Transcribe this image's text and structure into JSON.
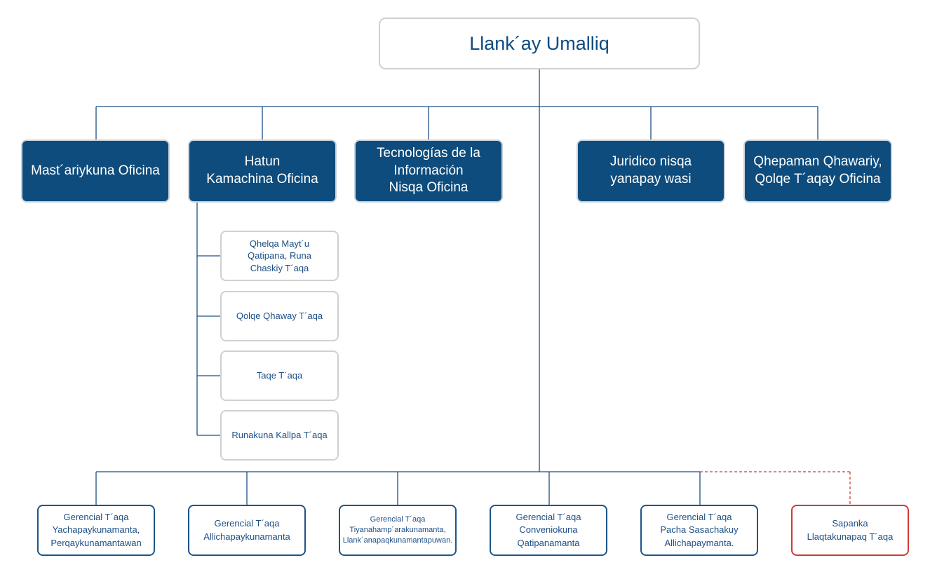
{
  "root": {
    "title": "Llank´ay Umalliq"
  },
  "departments": [
    {
      "label": "Mast´ariykuna Oficina"
    },
    {
      "label": "Hatun\nKamachina Oficina"
    },
    {
      "label": "Tecnologías de la\nInformación\nNisqa Oficina"
    },
    {
      "label": "Juridico nisqa\nyanapay wasi"
    },
    {
      "label": "Qhepaman Qhawariy,\nQolqe T´aqay Oficina"
    }
  ],
  "sub_units": [
    {
      "label": "Qhelqa Mayt´u\nQatipana, Runa\nChaskiy T´aqa"
    },
    {
      "label": "Qolqe Qhaway T´aqa"
    },
    {
      "label": "Taqe T´aqa"
    },
    {
      "label": "Runakuna Kallpa T´aqa"
    }
  ],
  "bottom_units": [
    {
      "label": "Gerencial T´aqa\nYachapaykunamanta,\nPerqaykunamantawan"
    },
    {
      "label": "Gerencial T´aqa\nAllichapaykunamanta"
    },
    {
      "label": "Gerencial T´aqa\nTiyanahamp´arakunamanta,\nLlank´anapaqkunamantapuwan."
    },
    {
      "label": "Gerencial T´aqa\nConveniokuna\nQatipanamanta"
    },
    {
      "label": "Gerencial T´aqa\nPacha Sasachakuy\nAllichapaymanta."
    },
    {
      "label": "Sapanka\nLlaqtakunapaq T´aqa"
    }
  ],
  "colors": {
    "dept_fill": "#0d4c7d",
    "connector": "#1d4f86",
    "dashed_connector": "#cf3a3a",
    "box_border_gray": "#d0d0d0"
  }
}
